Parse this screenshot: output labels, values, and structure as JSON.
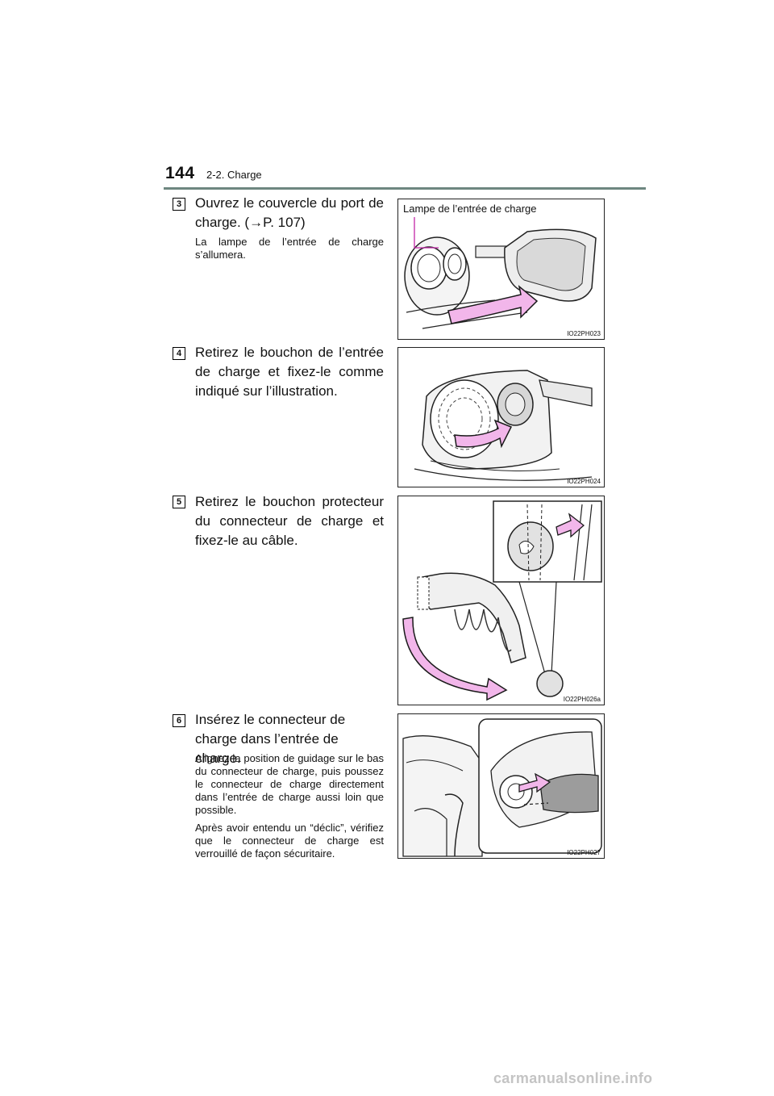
{
  "header": {
    "page_number": "144",
    "section": "2-2. Charge"
  },
  "steps": [
    {
      "number": "3",
      "title": "Ouvrez le couvercle du port de charge. (→P. 107)",
      "notes": [
        "La lampe de l’entrée de charge s’allumera."
      ],
      "figure": {
        "code": "IO22PH023",
        "callout": "Lampe de l’entrée de charge"
      }
    },
    {
      "number": "4",
      "title": "Retirez le bouchon de l’entrée de charge et fixez-le comme indiqué sur l’illustration.",
      "notes": [],
      "figure": {
        "code": "IO22PH024"
      }
    },
    {
      "number": "5",
      "title": "Retirez le bouchon protecteur du connecteur de charge et fixez-le au câble.",
      "notes": [],
      "figure": {
        "code": "IO22PH026a"
      }
    },
    {
      "number": "6",
      "title": "Insérez le connecteur de charge dans l’entrée de charge.",
      "notes": [
        "Alignez la position de guidage sur le bas du connecteur de charge, puis poussez le connecteur de charge directement dans l’entrée de charge aussi loin que possible.",
        "Après avoir entendu un “déclic”, vérifiez que le connecteur de charge est verrouillé de façon sécuritaire."
      ],
      "figure": {
        "code": "IO22PH027"
      }
    }
  ],
  "watermark": "carmanualsonline.info",
  "colors": {
    "rule": "#6e8780",
    "arrow_fill": "#f2b6ea",
    "arrow_stroke": "#1a1a1a"
  }
}
